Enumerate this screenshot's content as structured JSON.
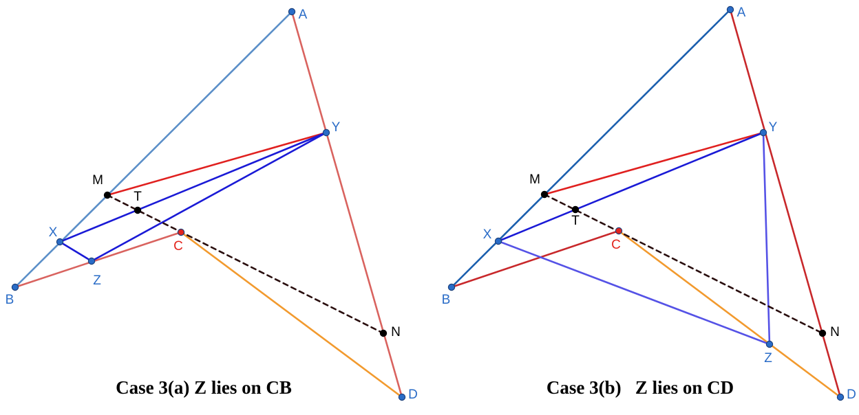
{
  "colors": {
    "light_blue": "#5b8fc8",
    "light_red": "#d9635f",
    "red": "#e0201f",
    "blue": "#1a1ad6",
    "dark_blue": "#1b5fae",
    "dark_red": "#c8282b",
    "orange": "#f29a2e",
    "violet": "#5552e6",
    "dash": "#2a0f0f",
    "point_blue": "#2a6cc7",
    "point_red": "#e3241c",
    "point_black": "#000000",
    "label_blue": "#2a6cc7",
    "label_red": "#e3241c",
    "label_black": "#000000"
  },
  "figures": [
    {
      "id": "case-3a",
      "caption": "Case 3(a) Z lies on CB",
      "points": {
        "A": {
          "label": "A",
          "kind": "blue"
        },
        "B": {
          "label": "B",
          "kind": "blue"
        },
        "C": {
          "label": "C",
          "kind": "red"
        },
        "D": {
          "label": "D",
          "kind": "blue"
        },
        "M": {
          "label": "M",
          "kind": "black"
        },
        "N": {
          "label": "N",
          "kind": "black"
        },
        "T": {
          "label": "T",
          "kind": "black"
        },
        "X": {
          "label": "X",
          "kind": "blue"
        },
        "Y": {
          "label": "Y",
          "kind": "blue"
        },
        "Z": {
          "label": "Z",
          "kind": "blue"
        }
      },
      "segments": [
        {
          "from": "A",
          "to": "B",
          "color": "light_blue"
        },
        {
          "from": "A",
          "to": "D",
          "color": "light_red"
        },
        {
          "from": "B",
          "to": "C",
          "color": "light_red"
        },
        {
          "from": "C",
          "to": "D",
          "color": "orange"
        },
        {
          "from": "M",
          "to": "Y",
          "color": "red"
        },
        {
          "from": "X",
          "to": "Y",
          "color": "blue"
        },
        {
          "from": "Z",
          "to": "Y",
          "color": "blue"
        },
        {
          "from": "X",
          "to": "Z",
          "color": "blue"
        },
        {
          "from": "M",
          "to": "N",
          "color": "dash",
          "dashed": true
        }
      ]
    },
    {
      "id": "case-3b",
      "caption": "Case 3(b)   Z lies on CD",
      "points": {
        "A": {
          "label": "A",
          "kind": "blue"
        },
        "B": {
          "label": "B",
          "kind": "blue"
        },
        "C": {
          "label": "C",
          "kind": "red"
        },
        "D": {
          "label": "D",
          "kind": "blue"
        },
        "M": {
          "label": "M",
          "kind": "black"
        },
        "N": {
          "label": "N",
          "kind": "black"
        },
        "T": {
          "label": "T",
          "kind": "black"
        },
        "X": {
          "label": "X",
          "kind": "blue"
        },
        "Y": {
          "label": "Y",
          "kind": "blue"
        },
        "Z": {
          "label": "Z",
          "kind": "blue"
        }
      },
      "segments": [
        {
          "from": "A",
          "to": "B",
          "color": "dark_blue"
        },
        {
          "from": "A",
          "to": "D",
          "color": "dark_red"
        },
        {
          "from": "B",
          "to": "C",
          "color": "dark_red"
        },
        {
          "from": "C",
          "to": "D",
          "color": "orange"
        },
        {
          "from": "M",
          "to": "Y",
          "color": "red"
        },
        {
          "from": "X",
          "to": "Y",
          "color": "blue"
        },
        {
          "from": "X",
          "to": "Z",
          "color": "violet"
        },
        {
          "from": "Y",
          "to": "Z",
          "color": "violet"
        },
        {
          "from": "M",
          "to": "N",
          "color": "dash",
          "dashed": true
        }
      ]
    }
  ]
}
